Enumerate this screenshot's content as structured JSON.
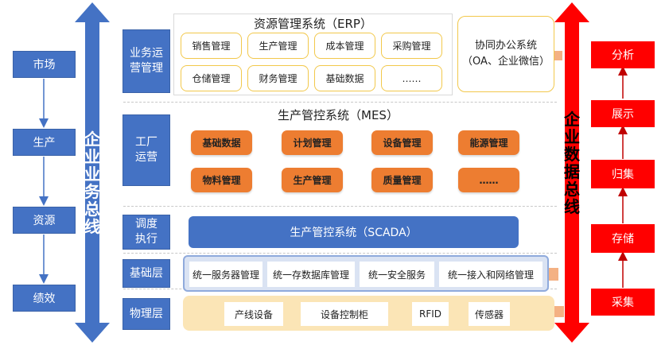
{
  "left_flow": [
    "市场",
    "生产",
    "资源",
    "绩效"
  ],
  "business_bus": "企业业务总线",
  "data_bus": "企业数据总线",
  "layers": {
    "business_ops": "业务运营管理",
    "factory_ops": "工厂运营",
    "dispatch": "调度执行",
    "infrastructure": "基础层",
    "physical": "物理层"
  },
  "erp": {
    "title": "资源管理系统（ERP）",
    "items": [
      "销售管理",
      "生产管理",
      "成本管理",
      "采购管理",
      "仓储管理",
      "财务管理",
      "基础数据",
      "……"
    ]
  },
  "oa": {
    "line1": "协同办公系统",
    "line2": "（OA、企业微信）"
  },
  "mes": {
    "title": "生产管控系统（MES）",
    "items": [
      "基础数据",
      "计划管理",
      "设备管理",
      "能源管理",
      "物料管理",
      "生产管理",
      "质量管理",
      "……"
    ]
  },
  "scada": "生产管控系统（SCADA）",
  "infrastructure_items": [
    "统一服务器管理",
    "统一存数据库管理",
    "统一安全服务",
    "统一接入和网络管理"
  ],
  "physical_items": [
    "产线设备",
    "设备控制柜",
    "RFID",
    "传感器"
  ],
  "right_flow": [
    "分析",
    "展示",
    "归集",
    "存储",
    "采集"
  ],
  "colors": {
    "blue": "#4472c4",
    "orange": "#ed7d31",
    "red": "#ff0000",
    "yellow_border": "#f2c84b",
    "physical_bg": "#fbe5b6"
  }
}
